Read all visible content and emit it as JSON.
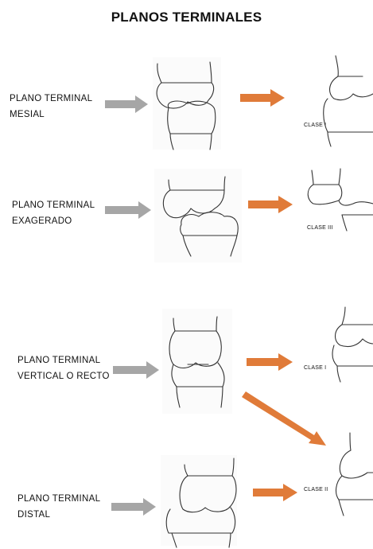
{
  "title": "PLANOS TERMINALES",
  "rows": [
    {
      "label_line1": "PLANO TERMINAL",
      "label_line2": "MESIAL"
    },
    {
      "label_line1": "PLANO TERMINAL",
      "label_line2": "EXAGERADO"
    },
    {
      "label_line1": "PLANO TERMINAL",
      "label_line2": "VERTICAL O RECTO"
    },
    {
      "label_line1": "PLANO TERMINAL",
      "label_line2": "DISTAL"
    }
  ],
  "clases": [
    "CLASE I",
    "CLASE III",
    "CLASE I",
    "CLASE II"
  ],
  "colors": {
    "gray_arrow": "#a6a6a6",
    "orange_arrow": "#e07b39",
    "stroke": "#333333"
  }
}
